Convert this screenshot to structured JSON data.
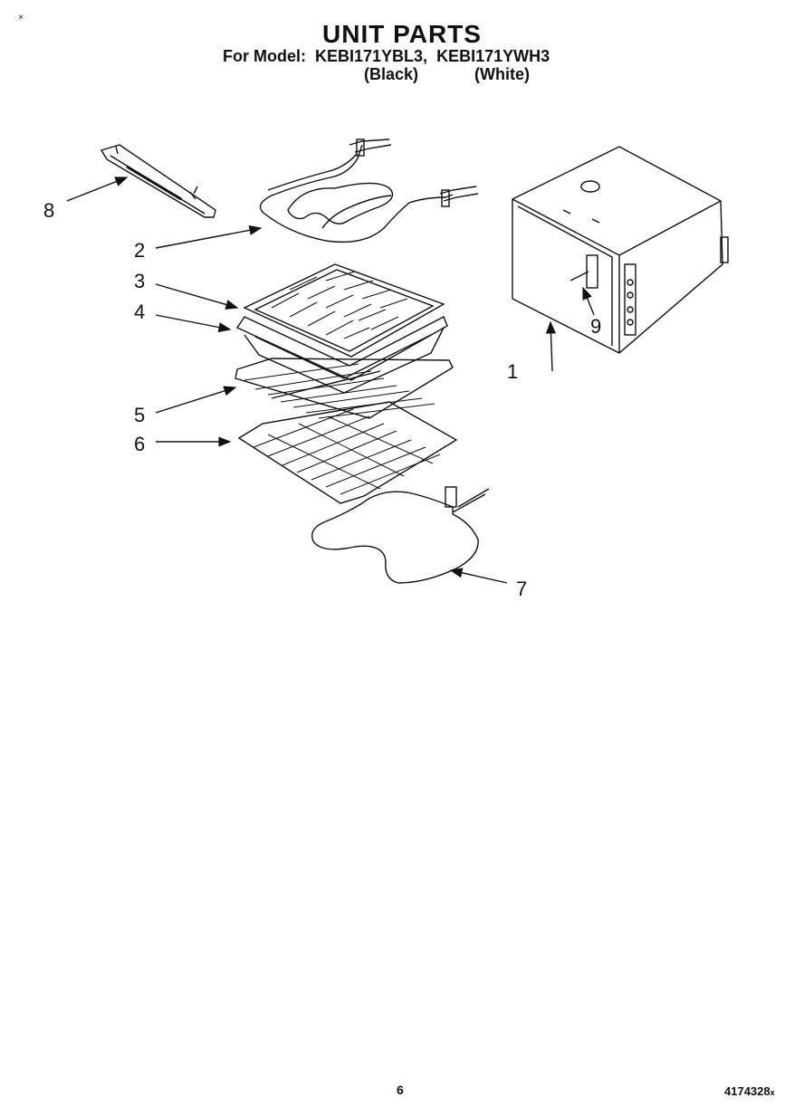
{
  "corner_mark": "×",
  "title": "UNIT PARTS",
  "model": {
    "prefix": "For Model:",
    "model_1": "KEBI171YBL3,",
    "model_2": "KEBI171YWH3",
    "color_1": "(Black)",
    "color_2": "(White)"
  },
  "callouts": [
    "1",
    "2",
    "3",
    "4",
    "5",
    "6",
    "7",
    "8",
    "9"
  ],
  "footer": {
    "page_number": "6",
    "doc_number": "4174328",
    "doc_suffix": "x"
  }
}
